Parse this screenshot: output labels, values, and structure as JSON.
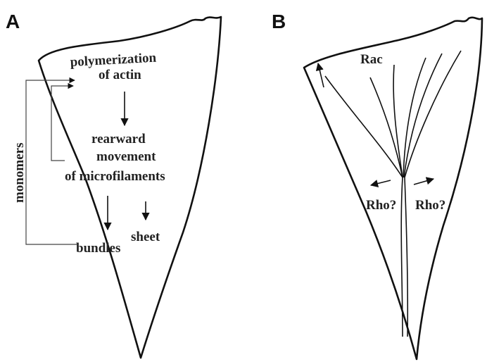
{
  "panel_a": {
    "label": "A",
    "text_polymerization": "polymerization",
    "text_of_actin": "of actin",
    "text_rearward": "rearward",
    "text_movement": "movement",
    "text_of_microfilaments": "of microfilaments",
    "text_monomers": "monomers",
    "text_bundles": "bundles",
    "text_sheet": "sheet"
  },
  "panel_b": {
    "label": "B",
    "text_rac": "Rac",
    "text_rho_left": "Rho?",
    "text_rho_right": "Rho?"
  }
}
